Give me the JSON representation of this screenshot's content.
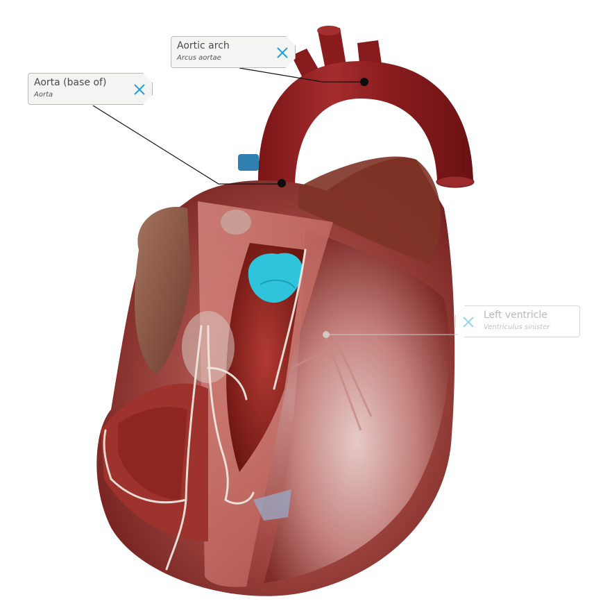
{
  "viewer": {
    "background": "#ffffff",
    "model": "3D heart anatomy model (cutaway view)",
    "colors": {
      "aorta": "#8e1d1f",
      "myocardium": "#9a3a33",
      "valve_highlight": "#2ec4dc",
      "pulmonary_vessel": "#2f7fb0",
      "coronary_vessels": "#ede3dc",
      "accent_close_icon": "#1f9fd6"
    }
  },
  "labels": [
    {
      "id": "aortic-arch",
      "title": "Aortic arch",
      "subtitle": "Arcus aortae",
      "state": "active",
      "close_icon": "close-x-icon"
    },
    {
      "id": "aorta-base",
      "title": "Aorta (base of)",
      "subtitle": "Aorta",
      "state": "active",
      "close_icon": "close-x-icon"
    },
    {
      "id": "left-ventricle",
      "title": "Left ventricle",
      "subtitle": "Ventriculus sinister",
      "state": "faded",
      "close_icon": "close-x-icon"
    }
  ]
}
